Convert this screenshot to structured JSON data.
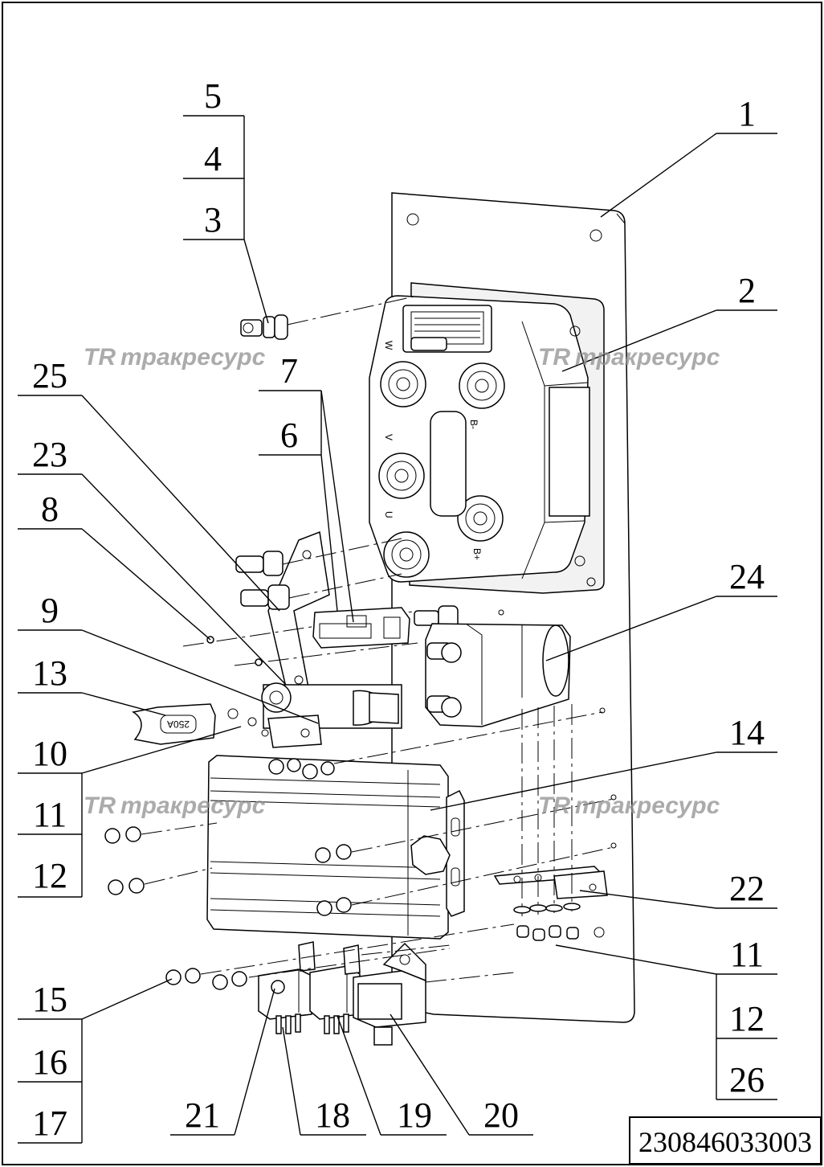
{
  "watermark": {
    "logo": "TR",
    "text": "тракресурс",
    "color": "#8f8f8f"
  },
  "document_number": "230846033003",
  "controller_labels": {
    "w": "W",
    "v": "V",
    "u": "U",
    "b_minus": "B-",
    "b_plus": "B+"
  },
  "fuse_label": "250A",
  "callouts": [
    {
      "id": "c1",
      "label": "1"
    },
    {
      "id": "c2",
      "label": "2"
    },
    {
      "id": "c3",
      "label": "3"
    },
    {
      "id": "c4",
      "label": "4"
    },
    {
      "id": "c5",
      "label": "5"
    },
    {
      "id": "c6",
      "label": "6"
    },
    {
      "id": "c7",
      "label": "7"
    },
    {
      "id": "c8",
      "label": "8"
    },
    {
      "id": "c9",
      "label": "9"
    },
    {
      "id": "c10",
      "label": "10"
    },
    {
      "id": "c11a",
      "label": "11"
    },
    {
      "id": "c12a",
      "label": "12"
    },
    {
      "id": "c13",
      "label": "13"
    },
    {
      "id": "c14",
      "label": "14"
    },
    {
      "id": "c15",
      "label": "15"
    },
    {
      "id": "c16",
      "label": "16"
    },
    {
      "id": "c17",
      "label": "17"
    },
    {
      "id": "c18",
      "label": "18"
    },
    {
      "id": "c19",
      "label": "19"
    },
    {
      "id": "c20",
      "label": "20"
    },
    {
      "id": "c21",
      "label": "21"
    },
    {
      "id": "c22",
      "label": "22"
    },
    {
      "id": "c23",
      "label": "23"
    },
    {
      "id": "c24",
      "label": "24"
    },
    {
      "id": "c25",
      "label": "25"
    },
    {
      "id": "c11b",
      "label": "11"
    },
    {
      "id": "c12b",
      "label": "12"
    },
    {
      "id": "c26",
      "label": "26"
    }
  ]
}
